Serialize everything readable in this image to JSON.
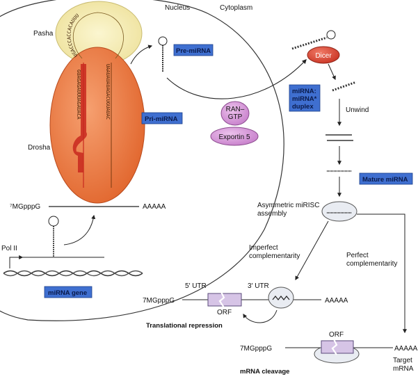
{
  "colors": {
    "drosha": "#ef7a3c",
    "pasha": "#f4ecb0",
    "blue_box": "#3f6fd0",
    "dicer": "#e04a3a",
    "ran": "#d79ad8",
    "nucleus_line": "#333333",
    "hairpin_red": "#c8281e"
  },
  "compartments": {
    "nucleus": "Nucleus",
    "cytoplasm": "Cytoplasm"
  },
  "proteins": {
    "pasha": "Pasha",
    "drosha": "Drosha",
    "pol": "Pol II",
    "dicer": "Dicer",
    "ran": [
      "RAN–",
      "GTP"
    ],
    "exportin": "Exportin 5"
  },
  "boxes": {
    "pri_mirna": "Pri-miRNA",
    "pre_mirna": "Pre-miRNA",
    "duplex": [
      "miRNA:",
      "miRNA*",
      "duplex"
    ],
    "mature": "Mature miRNA",
    "gene": "miRNA gene"
  },
  "primary_transcript": {
    "cap": "⁷MGpppG",
    "tail": "AAAAA"
  },
  "hairpin_sequence": {
    "loop": "UGACCCACCACAUUU",
    "left": "GUAGAGAUUUAGAUACA",
    "right": "UAAUAUAUAGACUGUAUAC"
  },
  "steps": {
    "unwind": "Unwind",
    "risc": [
      "Asymmetric miRISC",
      "assembly"
    ],
    "imperfect": [
      "Imperfect",
      "complementarity"
    ],
    "perfect": [
      "Perfect",
      "complementarity"
    ],
    "repression": "Translational repression",
    "cleavage": "mRNA cleavage",
    "target": [
      "Target",
      "mRNA"
    ]
  },
  "mrna1": {
    "utr5": "5′ UTR",
    "utr3": "3′ UTR",
    "cap": "7MGpppG",
    "tail": "AAAAA",
    "orf": "ORF"
  },
  "mrna2": {
    "cap": "7MGpppG",
    "tail": "AAAAA",
    "orf": "ORF"
  }
}
